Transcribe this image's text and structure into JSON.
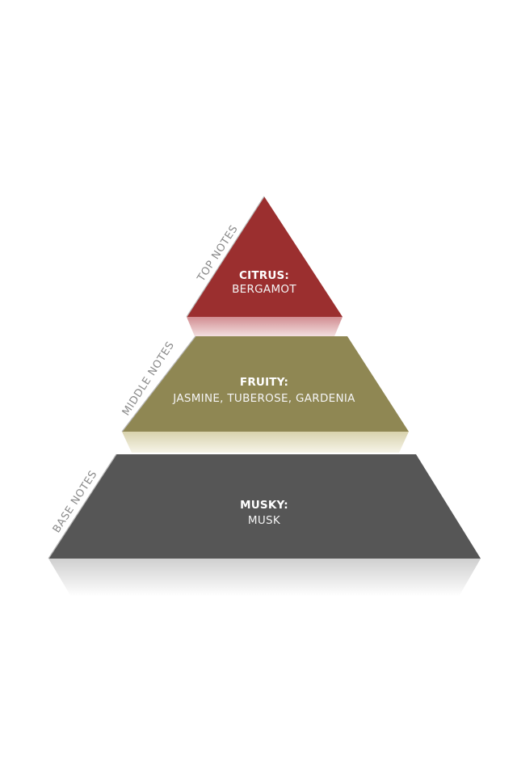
{
  "tiers": [
    {
      "key": "top",
      "label": "TOP NOTES",
      "title": "CITRUS:",
      "notes": "BERGAMOT",
      "color": "#9b2f2f",
      "base_color": "#d9a7a9"
    },
    {
      "key": "middle",
      "label": "MIDDLE NOTES",
      "title": "FRUITY:",
      "notes": "JASMINE, TUBEROSE, GARDENIA",
      "color": "#8f8753",
      "base_color": "#e6e1c6"
    },
    {
      "key": "base",
      "label": "BASE NOTES",
      "title": "MUSKY:",
      "notes": "MUSK",
      "color": "#565656",
      "base_color": "#dedede"
    }
  ]
}
